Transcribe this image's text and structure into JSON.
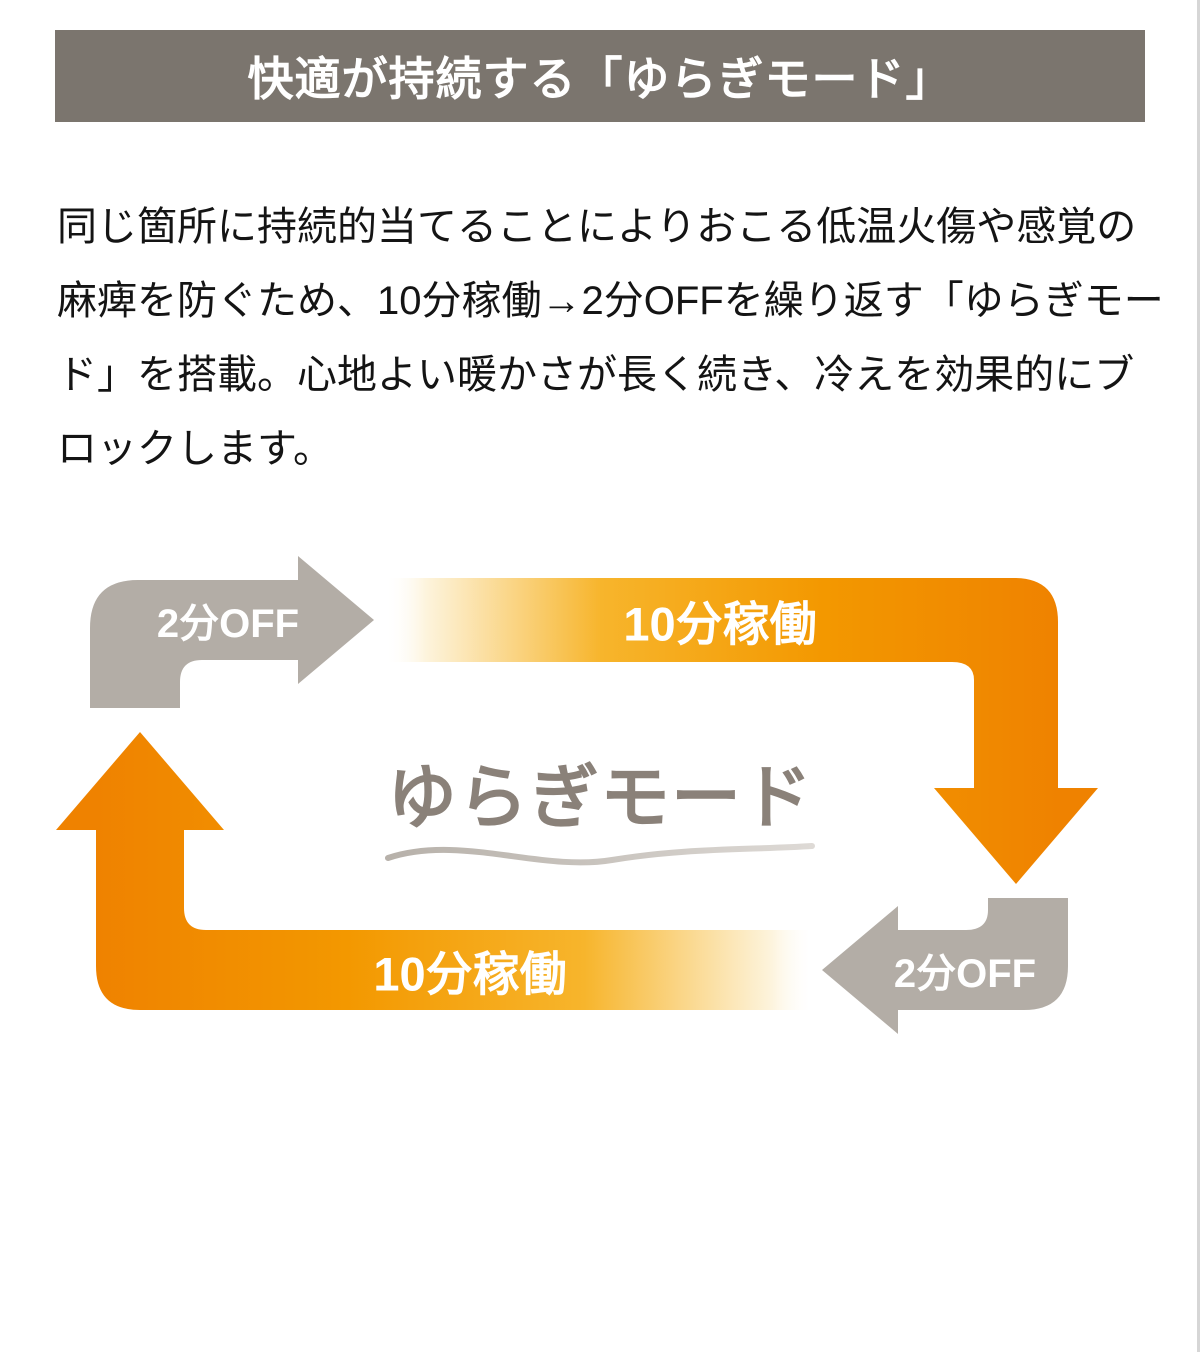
{
  "header": {
    "title": "快適が持続する「ゆらぎモード」"
  },
  "description": "同じ箇所に持続的当てることによりおこる低温火傷や感覚の\n麻痺を防ぐため、10分稼働→2分OFFを繰り返す「ゆらぎモー\nド」を搭載。心地よい暖かさが長く続き、冷えを効果的にブ\nロックします。",
  "diagram": {
    "center_label": "ゆらぎモード",
    "cycle": {
      "top_off": "2分OFF",
      "top_on": "10分稼働",
      "bottom_on": "10分稼働",
      "bottom_off": "2分OFF"
    },
    "colors": {
      "header_bg": "#7b756e",
      "gray_arrow": "#b3ada6",
      "orange_deep": "#ef8200",
      "orange_mid": "#f39800",
      "gold": "#f7b52c",
      "center_text": "#8a8179"
    }
  }
}
